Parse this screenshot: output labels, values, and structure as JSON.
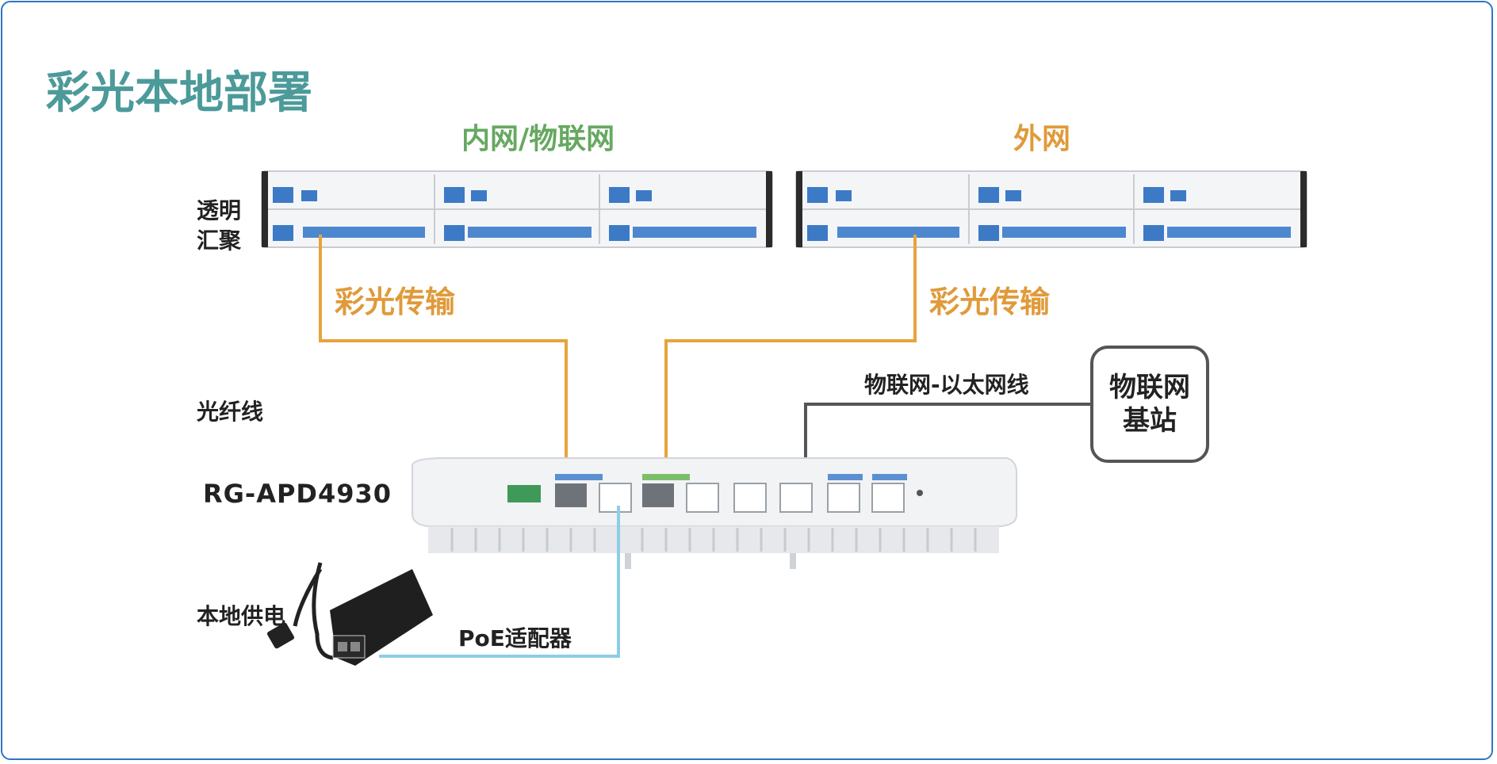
{
  "page_title": "彩光本地部署",
  "groups": {
    "internal": "内网/物联网",
    "external": "外网"
  },
  "labels": {
    "aggregation": [
      "透明",
      "汇聚"
    ],
    "color_light_transport_left": "彩光传输",
    "color_light_transport_right": "彩光传输",
    "fiber": "光纤线",
    "iot_ethernet": "物联网-以太网线",
    "device_model": "RG-APD4930",
    "local_power": "本地供电",
    "poe_adapter": "PoE适配器"
  },
  "iot_station": [
    "物联网",
    "基站"
  ],
  "colors": {
    "title": "#4c9a9a",
    "internal_group": "#66a860",
    "external_group": "#e09a3a",
    "fiber_line": "#e8a33c",
    "poe_line": "#8ecde6",
    "ethernet_line": "#555555",
    "frame": "#2f74c6"
  }
}
